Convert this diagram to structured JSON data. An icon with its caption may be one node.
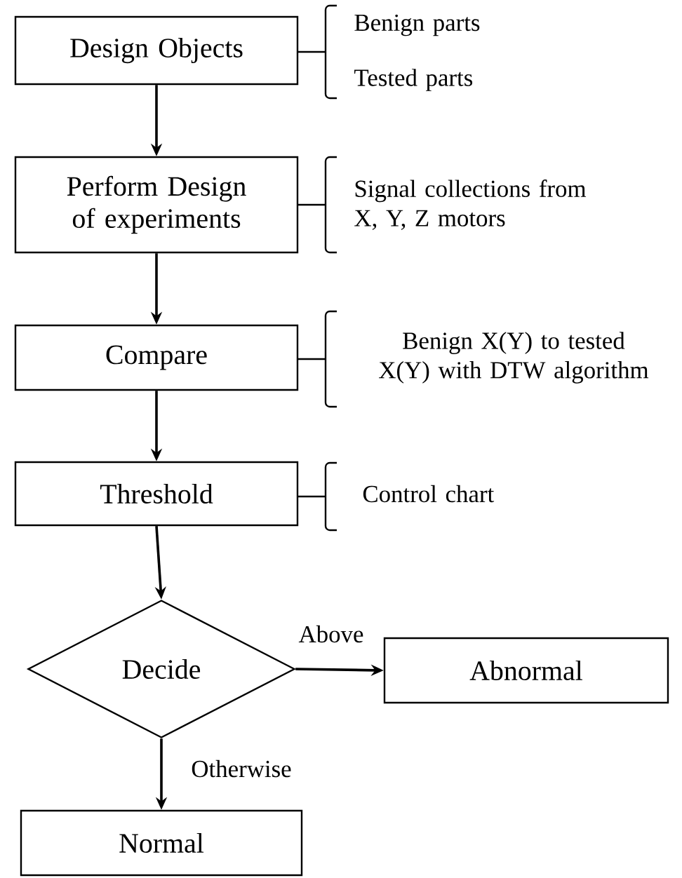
{
  "diagram": {
    "nodes": [
      {
        "text": [
          "Design Objects"
        ],
        "beside": [
          "Benign parts",
          "Tested parts"
        ]
      },
      {
        "text": [
          "Perform Design of experiments"
        ],
        "beside": [
          "Signal collections from X, Y, Z motors"
        ]
      },
      {
        "text": [
          "Compare"
        ],
        "beside": [
          "Benign X(Y) to tested X(Y) with DTW algorithm"
        ]
      },
      {
        "text": [
          "Threshold"
        ],
        "beside": [
          "Control chart"
        ]
      },
      {
        "text": [
          "Decide"
        ]
      },
      {
        "text": [
          "Abnormal"
        ]
      },
      {
        "text": [
          "Normal"
        ]
      }
    ],
    "edges": [
      {
        "from": 0,
        "to": 1,
        "arrow": "to"
      },
      {
        "from": 1,
        "to": 2,
        "arrow": "to"
      },
      {
        "from": 2,
        "to": 3,
        "arrow": "to"
      },
      {
        "from": 3,
        "to": 4,
        "arrow": "to"
      },
      {
        "from": 4,
        "to": 5,
        "arrow": "to",
        "label": "Above"
      },
      {
        "from": 4,
        "to": 6,
        "arrow": "to",
        "label": "Otherwise"
      }
    ]
  }
}
